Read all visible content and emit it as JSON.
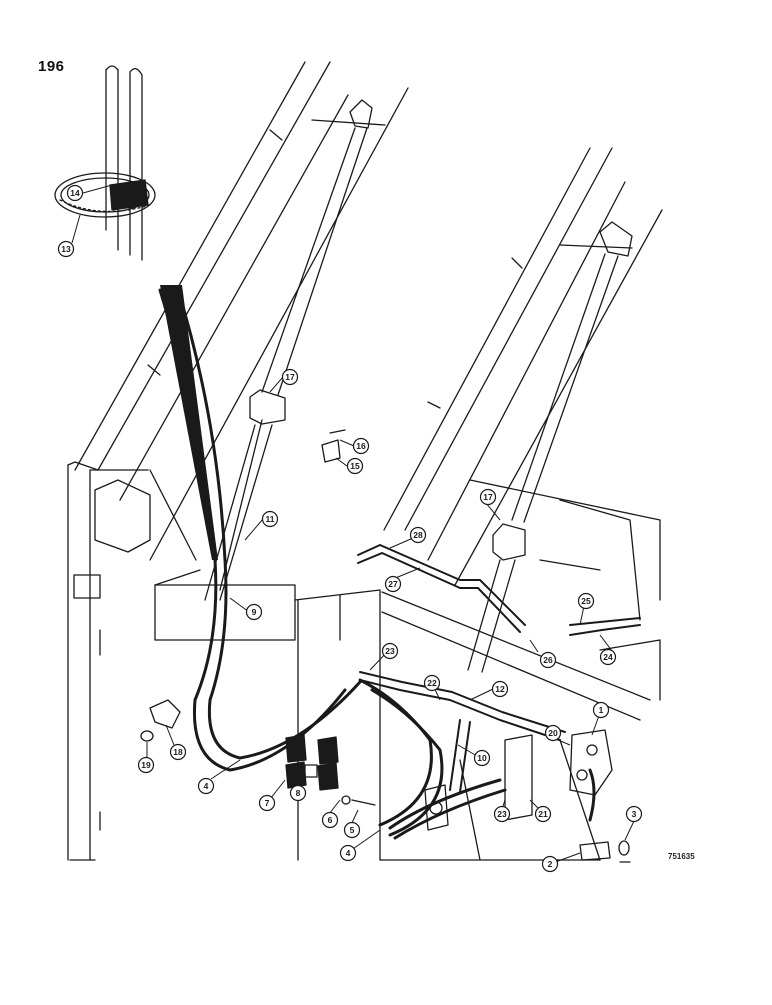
{
  "page_number": "196",
  "figure_code": "751635",
  "callouts": [
    {
      "id": "c14",
      "label": "14"
    },
    {
      "id": "c13",
      "label": "13"
    },
    {
      "id": "c17a",
      "label": "17"
    },
    {
      "id": "c16",
      "label": "16"
    },
    {
      "id": "c15",
      "label": "15"
    },
    {
      "id": "c11",
      "label": "11"
    },
    {
      "id": "c17b",
      "label": "17"
    },
    {
      "id": "c28",
      "label": "28"
    },
    {
      "id": "c27",
      "label": "27"
    },
    {
      "id": "c9",
      "label": "9"
    },
    {
      "id": "c25",
      "label": "25"
    },
    {
      "id": "c26",
      "label": "26"
    },
    {
      "id": "c24",
      "label": "24"
    },
    {
      "id": "c23a",
      "label": "23"
    },
    {
      "id": "c22",
      "label": "22"
    },
    {
      "id": "c12",
      "label": "12"
    },
    {
      "id": "c1",
      "label": "1"
    },
    {
      "id": "c18",
      "label": "18"
    },
    {
      "id": "c19",
      "label": "19"
    },
    {
      "id": "c10",
      "label": "10"
    },
    {
      "id": "c20",
      "label": "20"
    },
    {
      "id": "c4a",
      "label": "4"
    },
    {
      "id": "c7",
      "label": "7"
    },
    {
      "id": "c8",
      "label": "8"
    },
    {
      "id": "c6",
      "label": "6"
    },
    {
      "id": "c5",
      "label": "5"
    },
    {
      "id": "c23b",
      "label": "23"
    },
    {
      "id": "c21",
      "label": "21"
    },
    {
      "id": "c3",
      "label": "3"
    },
    {
      "id": "c4b",
      "label": "4"
    },
    {
      "id": "c2",
      "label": "2"
    }
  ]
}
